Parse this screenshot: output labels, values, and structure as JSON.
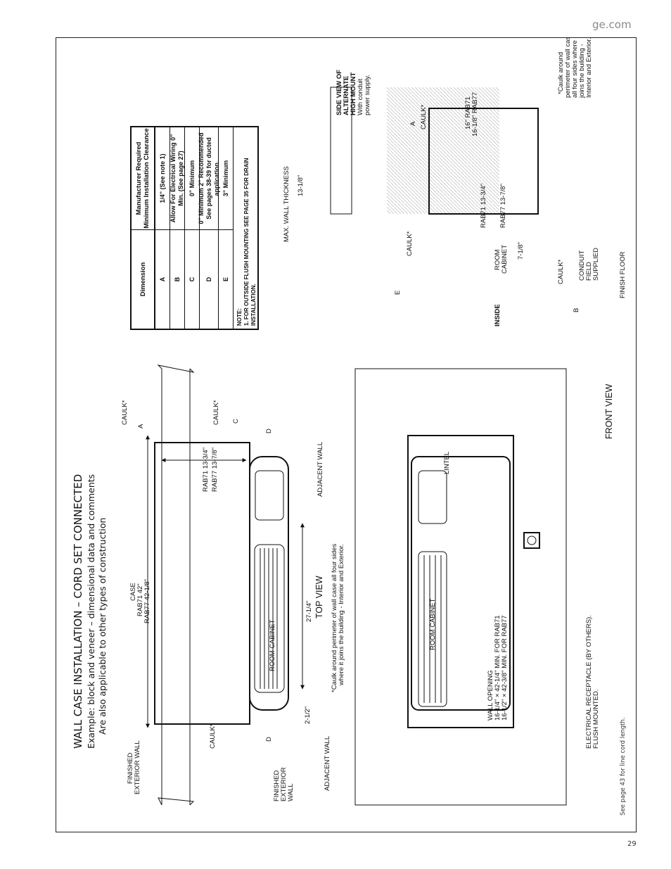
{
  "header": {
    "site": "ge.com"
  },
  "page": {
    "number": "29"
  },
  "title": "WALL CASE INSTALLATION – CORD SET CONNECTED",
  "subtitle_line1": "Example: block and veneer – dimensional data and comments",
  "subtitle_line2": "Are also applicable to other types of construction",
  "table": {
    "col_dimension": "Dimension",
    "col_clearance_line1": "Manufacturer Required",
    "col_clearance_line2": "Minimum Installation Clearance",
    "rows": [
      {
        "dim": "A",
        "line1": "1/4\" (See note 1)",
        "line2": ""
      },
      {
        "dim": "B",
        "line1": "Allow For Electrical Wiring 0\" Min. (See page 27)",
        "line2": ""
      },
      {
        "dim": "C",
        "line1": "0\" Minimum",
        "line2": ""
      },
      {
        "dim": "D",
        "line1": "0\" Minimum 2\" Recommended",
        "line2": "See pages 38-39 for ducted application."
      },
      {
        "dim": "E",
        "line1": "3\" Minimum",
        "line2": ""
      }
    ],
    "note_label": "NOTE:",
    "note_text": "1. FOR OUTSIDE FLUSH MOUNTING SEE PAGE 35 FOR DRAIN INSTALLATION."
  },
  "top_view": {
    "label": "TOP VIEW",
    "case_label": "CASE",
    "case_rab71": "RAB71   42\"",
    "case_rab77": "RAB77   42-1/8\"",
    "depth_rab71": "RAB71    13-3/4\"",
    "depth_rab77": "RAB77    13-7/8\"",
    "width_label": "27-1/4\"",
    "offset_label": "2-1/2\"",
    "room_cabinet": "ROOM CABINET",
    "caulk": "CAULK*",
    "dim_a": "A",
    "dim_c": "C",
    "dim_d": "D",
    "adjacent_wall": "ADJACENT WALL",
    "finished_exterior_wall_1": "FINISHED",
    "finished_exterior_wall_2": "EXTERIOR WALL",
    "finished_exterior_wall_3": "FINISHED",
    "finished_exterior_wall_4": "EXTERIOR",
    "finished_exterior_wall_5": "WALL",
    "caulk_note_1": "*Caulk around perimeter of wall case all four sides",
    "caulk_note_2": "where it joins the building - Interior and Exterior."
  },
  "front_view": {
    "label": "FRONT VIEW",
    "lintel": "LINTEL",
    "room_cabinet": "ROOM CABINET",
    "wall_opening_1": "WALL OPENING",
    "wall_opening_2": "16-1/4\" × 42-1/4\" MIN. FOR RAB71",
    "wall_opening_3": "16-1/2\" × 42-3/8\" MIN. FOR RAB77",
    "receptacle_1": "ELECTRICAL RECEPTACLE (BY OTHERS).",
    "receptacle_2": "FLUSH MOUNTED.",
    "cord_note": "See page 43 for line cord length."
  },
  "side_view": {
    "inside": "INSIDE",
    "max_wall": "MAX. WALL THICKNESS",
    "max_wall_value": "13-1/8\"",
    "title_1": "SIDE VIEW OF",
    "title_2": "ALTERNATE",
    "title_3": "HIGH MOUNT",
    "title_4": "With conduit",
    "title_5": "power supply.",
    "caulk": "CAULK*",
    "dim_a": "A",
    "dim_e": "E",
    "dim_b": "B",
    "h_rab71": "16\" RAB71",
    "h_rab77": "16-1/8\" RAB77",
    "d_rab71": "RAB71  13-3/4\"",
    "d_rab77": "RAB77  13-7/8\"",
    "room_cabinet_1": "ROOM",
    "room_cabinet_2": "CABINET",
    "seven_eighths": "7-1/8\"",
    "conduit_1": "CONDUIT",
    "conduit_2": "FIELD",
    "conduit_3": "SUPPLIED",
    "finish_floor": "FINISH FLOOR",
    "caulk_note_1": "*Caulk around",
    "caulk_note_2": "perimeter of wall case",
    "caulk_note_3": "all four sides where it",
    "caulk_note_4": "joins the building -",
    "caulk_note_5": "Interior and Exterior."
  }
}
